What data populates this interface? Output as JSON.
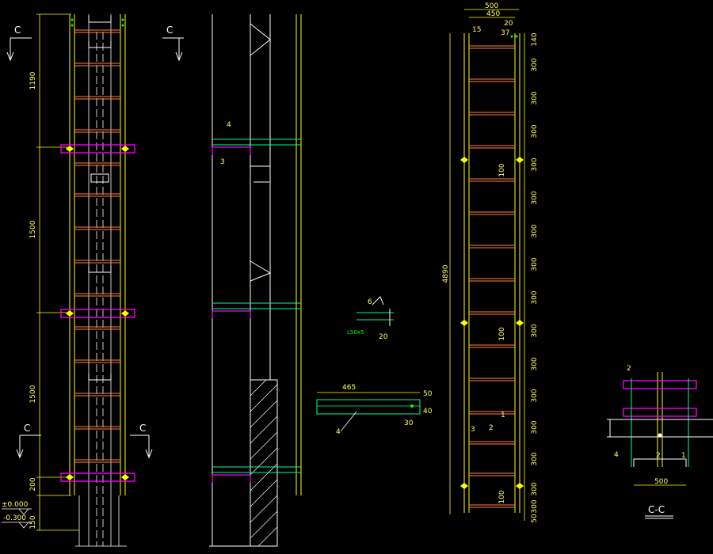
{
  "section_marks": {
    "view_ref": "C",
    "title": "C-C"
  },
  "elevation": {
    "dims": [
      "1190",
      "1500",
      "1500",
      "200",
      "150"
    ],
    "levels": [
      "±0.000",
      "-0.300"
    ]
  },
  "side_view": {
    "tags": [
      "4",
      "3"
    ]
  },
  "weld_detail": {
    "dims": [
      "6",
      "20"
    ],
    "note": "L50x5"
  },
  "bar_detail": {
    "tag": "4",
    "dims": [
      "465",
      "50",
      "40",
      "30"
    ]
  },
  "ladder": {
    "top_dims": [
      "500",
      "450",
      "15",
      "20",
      "37"
    ],
    "total": "4890",
    "right_dims": [
      "140",
      "300",
      "300",
      "300",
      "300",
      "300",
      "300",
      "300",
      "300",
      "300",
      "300",
      "300",
      "300",
      "300",
      "300",
      "300",
      "50"
    ],
    "inner_dims": [
      "100",
      "100",
      "100"
    ],
    "tags": [
      "1",
      "2",
      "3"
    ]
  },
  "section_cc": {
    "tags": [
      "2",
      "4",
      "2",
      "1"
    ],
    "width": "500"
  },
  "colors": {
    "yellow": "#ffff00",
    "white": "#ffffff",
    "orange": "#ff8040",
    "magenta": "#ff00ff",
    "cyan": "#00ffff",
    "green": "#00ff00",
    "blue": "#4060ff"
  }
}
